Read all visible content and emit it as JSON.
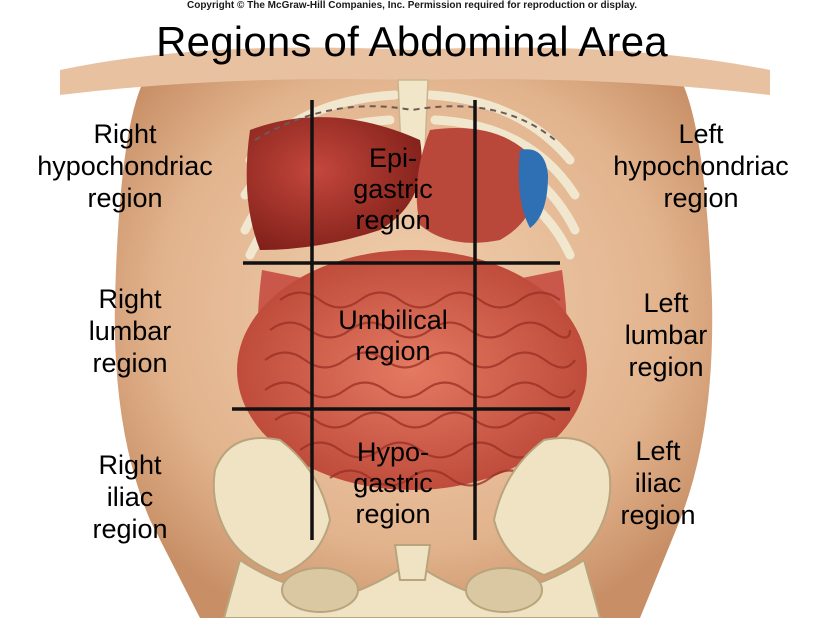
{
  "copyright": "Copyright © The McGraw-Hill Companies, Inc. Permission required for reproduction or display.",
  "title": "Regions of Abdominal Area",
  "regions": {
    "right_hypochondriac": [
      "Right",
      "hypochondriac",
      "region"
    ],
    "epigastric": [
      "Epi-",
      "gastric",
      "region"
    ],
    "left_hypochondriac": [
      "Left",
      "hypochondriac",
      "region"
    ],
    "right_lumbar": [
      "Right",
      "lumbar",
      "region"
    ],
    "umbilical": [
      "Umbilical",
      "region"
    ],
    "left_lumbar": [
      "Left",
      "lumbar",
      "region"
    ],
    "right_iliac": [
      "Right",
      "iliac",
      "region"
    ],
    "hypogastric": [
      "Hypo-",
      "gastric",
      "region"
    ],
    "left_iliac": [
      "Left",
      "iliac",
      "region"
    ]
  },
  "colors": {
    "skin": "#e9c3a0",
    "skin_shadow": "#c98f66",
    "organ_red": "#a8322a",
    "intestine": "#d9604a",
    "bone": "#efe3c4",
    "grid_line": "#111111"
  }
}
